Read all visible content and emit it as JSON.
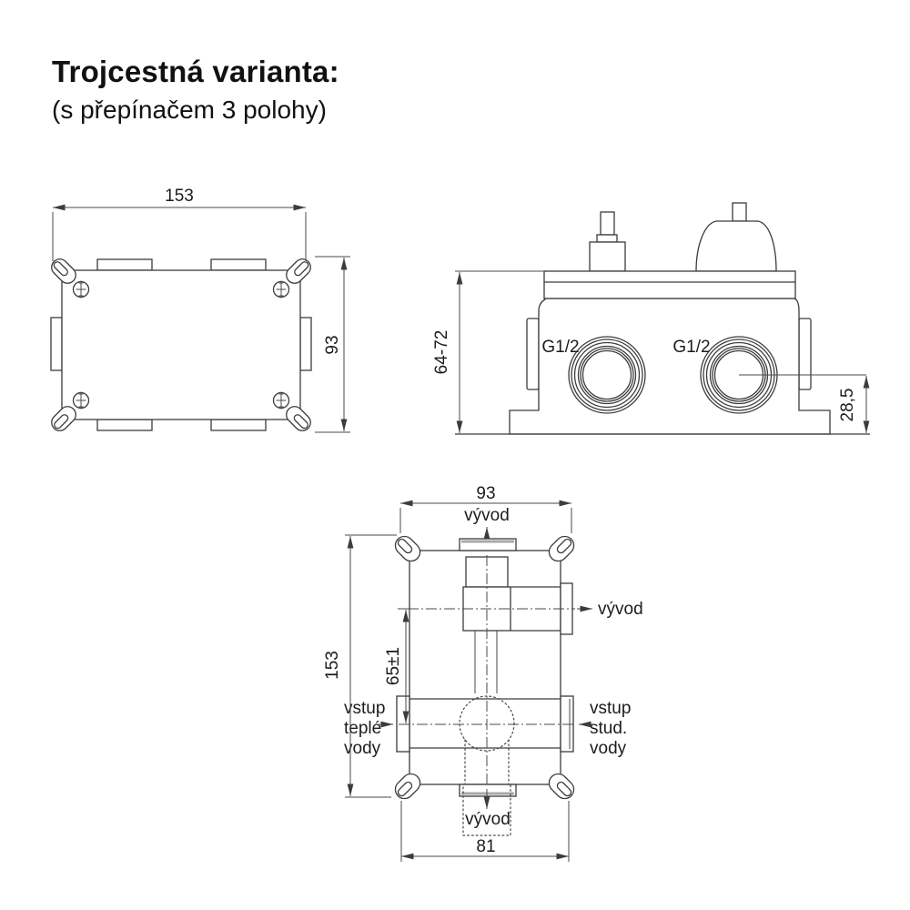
{
  "title": {
    "heading": "Trojcestná varianta:",
    "subheading": "(s přepínačem 3 polohy)"
  },
  "colors": {
    "background": "#ffffff",
    "line": "#3c3c3c",
    "text": "#1c1c1c"
  },
  "views": {
    "front_view": {
      "width_mm": "153",
      "height_mm": "93"
    },
    "side_view": {
      "depth_range_mm": "64-72",
      "thread_left": "G1/2",
      "thread_right": "G1/2",
      "port_axis_height_mm": "28,5"
    },
    "back_view": {
      "width_mm": "93",
      "height_mm": "153",
      "outlet_axis_offset_mm": "65±1",
      "bottom_span_mm": "81",
      "outlet_top": "vývod",
      "outlet_right": "vývod",
      "outlet_bottom": "vývod",
      "inlet_hot": [
        "vstup",
        "teplé",
        "vody"
      ],
      "inlet_cold": [
        "vstup",
        "stud.",
        "vody"
      ]
    }
  }
}
